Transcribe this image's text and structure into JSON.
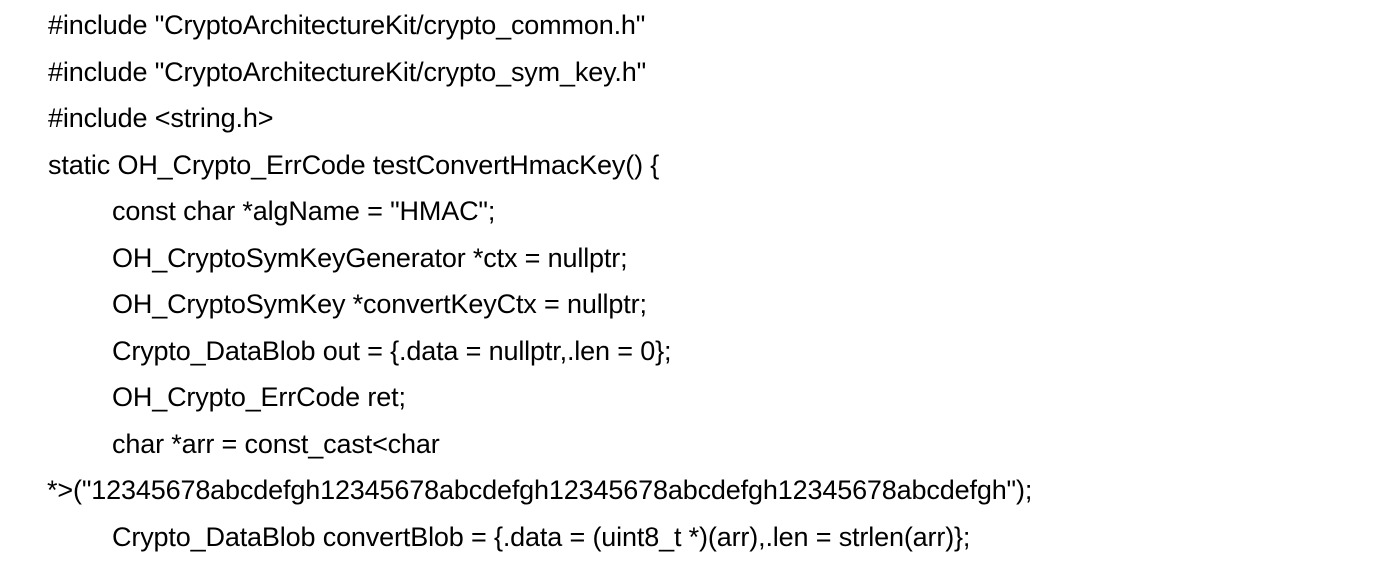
{
  "document": {
    "type": "code-snippet",
    "language": "c",
    "background_color": "#ffffff",
    "text_color": "#000000",
    "lines": [
      {
        "index": 0,
        "indent": 0,
        "text": "#include \"CryptoArchitectureKit/crypto_common.h\""
      },
      {
        "index": 1,
        "indent": 0,
        "text": "#include \"CryptoArchitectureKit/crypto_sym_key.h\""
      },
      {
        "index": 2,
        "indent": 0,
        "text": "#include <string.h>"
      },
      {
        "index": 3,
        "indent": 0,
        "text": "static OH_Crypto_ErrCode testConvertHmacKey() {"
      },
      {
        "index": 4,
        "indent": 1,
        "text": "const char *algName = \"HMAC\";"
      },
      {
        "index": 5,
        "indent": 1,
        "text": "OH_CryptoSymKeyGenerator *ctx = nullptr;"
      },
      {
        "index": 6,
        "indent": 1,
        "text": "OH_CryptoSymKey *convertKeyCtx = nullptr;"
      },
      {
        "index": 7,
        "indent": 1,
        "text": "Crypto_DataBlob out = {.data = nullptr,.len = 0};"
      },
      {
        "index": 8,
        "indent": 1,
        "text": "OH_Crypto_ErrCode ret;"
      },
      {
        "index": 9,
        "indent": 1,
        "text": "char *arr = const_cast<char"
      },
      {
        "index": 10,
        "indent": 0,
        "text": "*>(\"12345678abcdefgh12345678abcdefgh12345678abcdefgh12345678abcdefgh\");"
      },
      {
        "index": 11,
        "indent": 1,
        "text": "Crypto_DataBlob convertBlob = {.data = (uint8_t *)(arr),.len = strlen(arr)};"
      }
    ]
  }
}
